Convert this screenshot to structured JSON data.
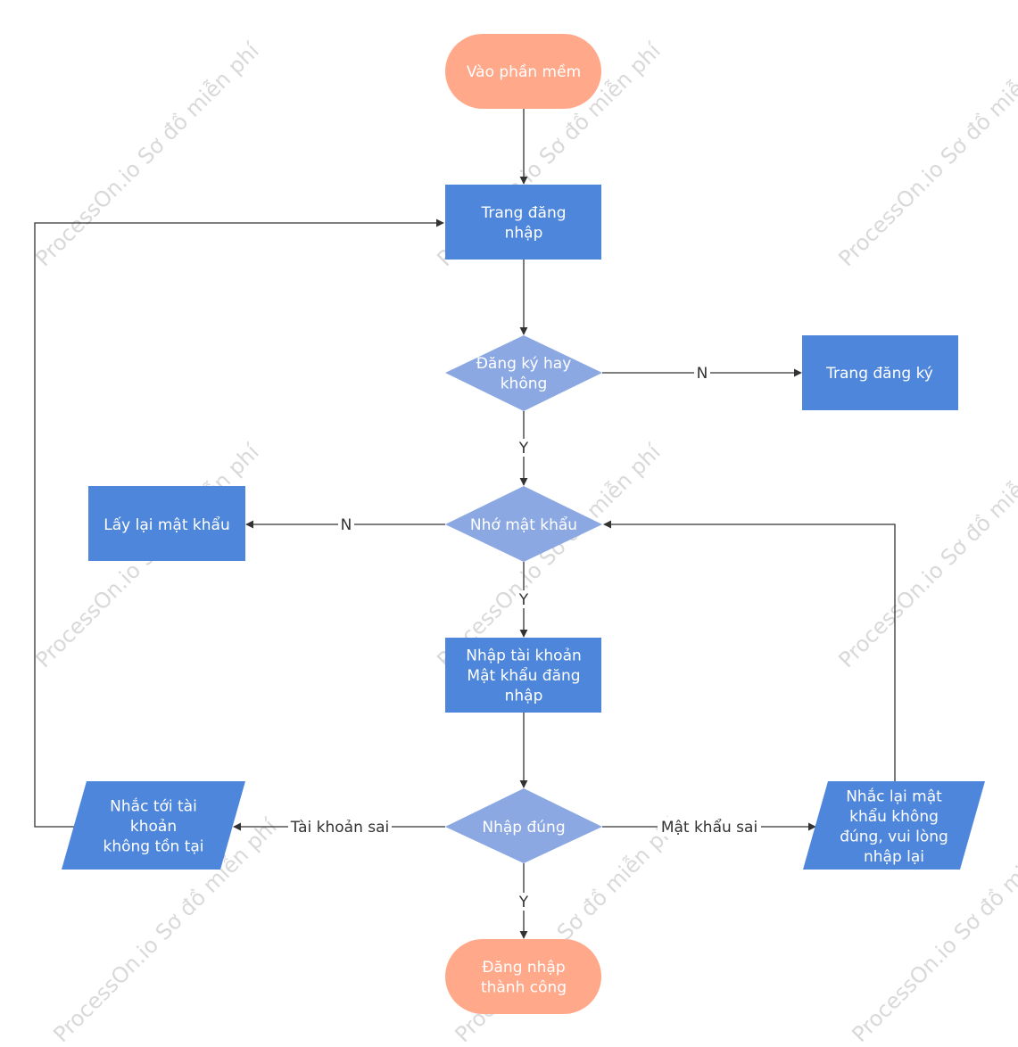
{
  "colors": {
    "terminal": "#FFA98A",
    "process": "#4D86DB",
    "decision": "#8BA8E3",
    "io": "#4D86DB",
    "line": "#333333",
    "watermark": "#D9D9D9"
  },
  "nodes": {
    "start": {
      "lines": [
        "Vào phần mềm"
      ]
    },
    "login_page": {
      "lines": [
        "Trang đăng",
        "nhập"
      ]
    },
    "register_decision": {
      "lines": [
        "Đăng ký hay",
        "không"
      ]
    },
    "register_page": {
      "lines": [
        "Trang đăng ký"
      ]
    },
    "remember_decision": {
      "lines": [
        "Nhớ mật khẩu"
      ]
    },
    "recover_password": {
      "lines": [
        "Lấy lại mật khẩu"
      ]
    },
    "enter_credentials": {
      "lines": [
        "Nhập tài khoản",
        "Mật khẩu đăng",
        "nhập"
      ]
    },
    "correct_decision": {
      "lines": [
        "Nhập đúng"
      ]
    },
    "account_missing": {
      "lines": [
        "Nhắc tới tài",
        "khoản",
        "không tồn tại"
      ]
    },
    "wrong_password": {
      "lines": [
        "Nhắc lại mật",
        "khẩu không",
        "đúng, vui lòng",
        "nhập lại"
      ]
    },
    "success": {
      "lines": [
        "Đăng nhập",
        "thành công"
      ]
    }
  },
  "edge_labels": {
    "register_no": "N",
    "register_yes": "Y",
    "remember_no": "N",
    "remember_yes": "Y",
    "wrong_account": "Tài khoản sai",
    "wrong_password": "Mật khẩu sai",
    "correct_yes": "Y"
  },
  "watermark": "ProcessOn.io Sơ đồ miễn phí"
}
